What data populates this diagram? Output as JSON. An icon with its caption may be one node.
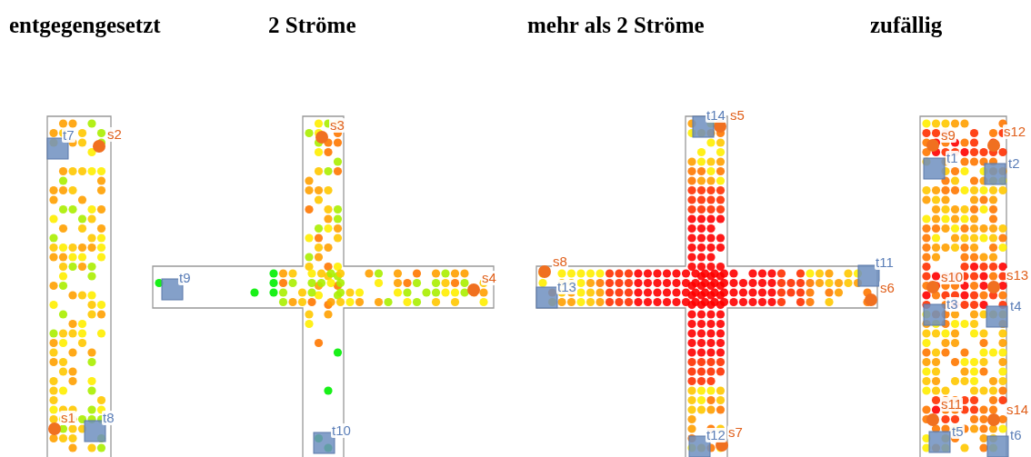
{
  "diagram": {
    "labels": [
      "entgegengesetzt",
      "2 Ströme",
      "mehr als 2 Ströme",
      "zufällig",
      "t7",
      "s2",
      "s1",
      "t8",
      "s3",
      "t9",
      "s4",
      "t10",
      "t14",
      "s5",
      "s8",
      "t13",
      "t11",
      "s6",
      "t12",
      "s7",
      "s9",
      "t1",
      "s12",
      "t2",
      "s10",
      "s13",
      "t3",
      "t4",
      "s11",
      "s14",
      "t5",
      "t6"
    ]
  }
}
